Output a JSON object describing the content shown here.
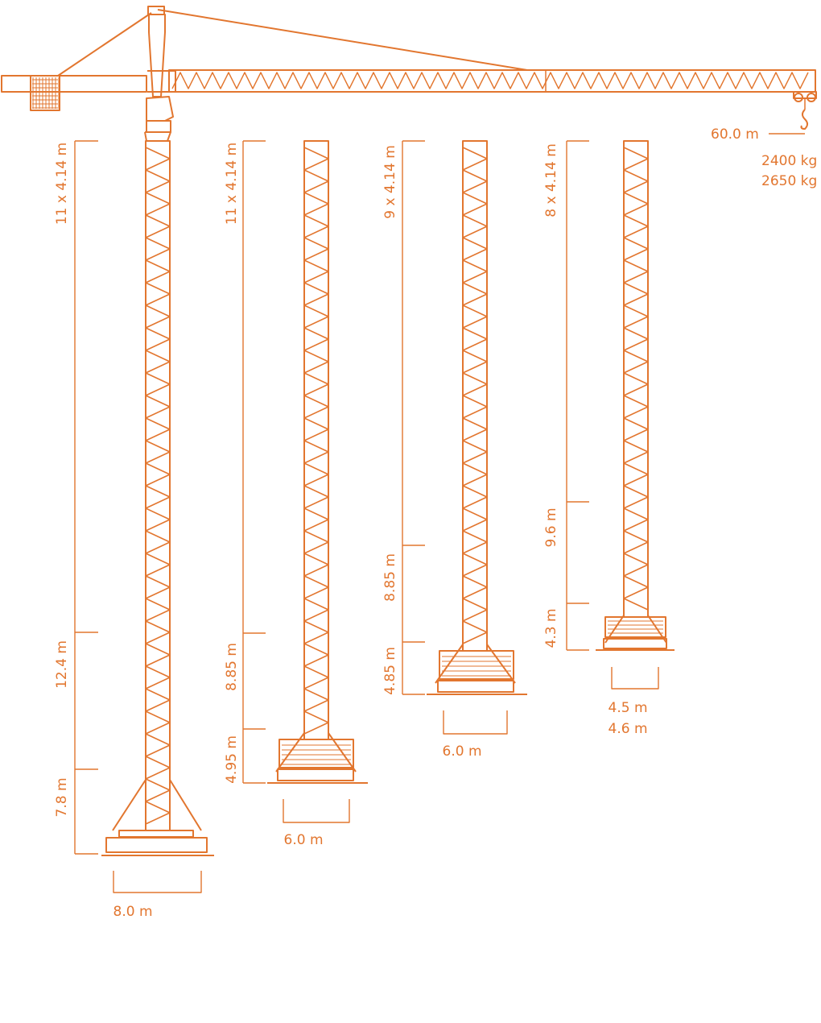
{
  "color": "#e2762f",
  "jib": {
    "radius": "60.0 m",
    "load_1": "2400 kg",
    "load_2": "2650 kg"
  },
  "configs": [
    {
      "segments": [
        "11 x 4.14 m",
        "12.4 m",
        "7.8 m"
      ],
      "base": "8.0 m"
    },
    {
      "segments": [
        "11 x 4.14 m",
        "8.85 m",
        "4.95 m"
      ],
      "base": "6.0 m"
    },
    {
      "segments": [
        "9 x 4.14 m",
        "8.85 m",
        "4.85 m"
      ],
      "base": "6.0 m"
    },
    {
      "segments": [
        "8 x 4.14 m",
        "9.6 m",
        "4.3 m"
      ],
      "base_1": "4.5 m",
      "base_2": "4.6 m"
    }
  ]
}
